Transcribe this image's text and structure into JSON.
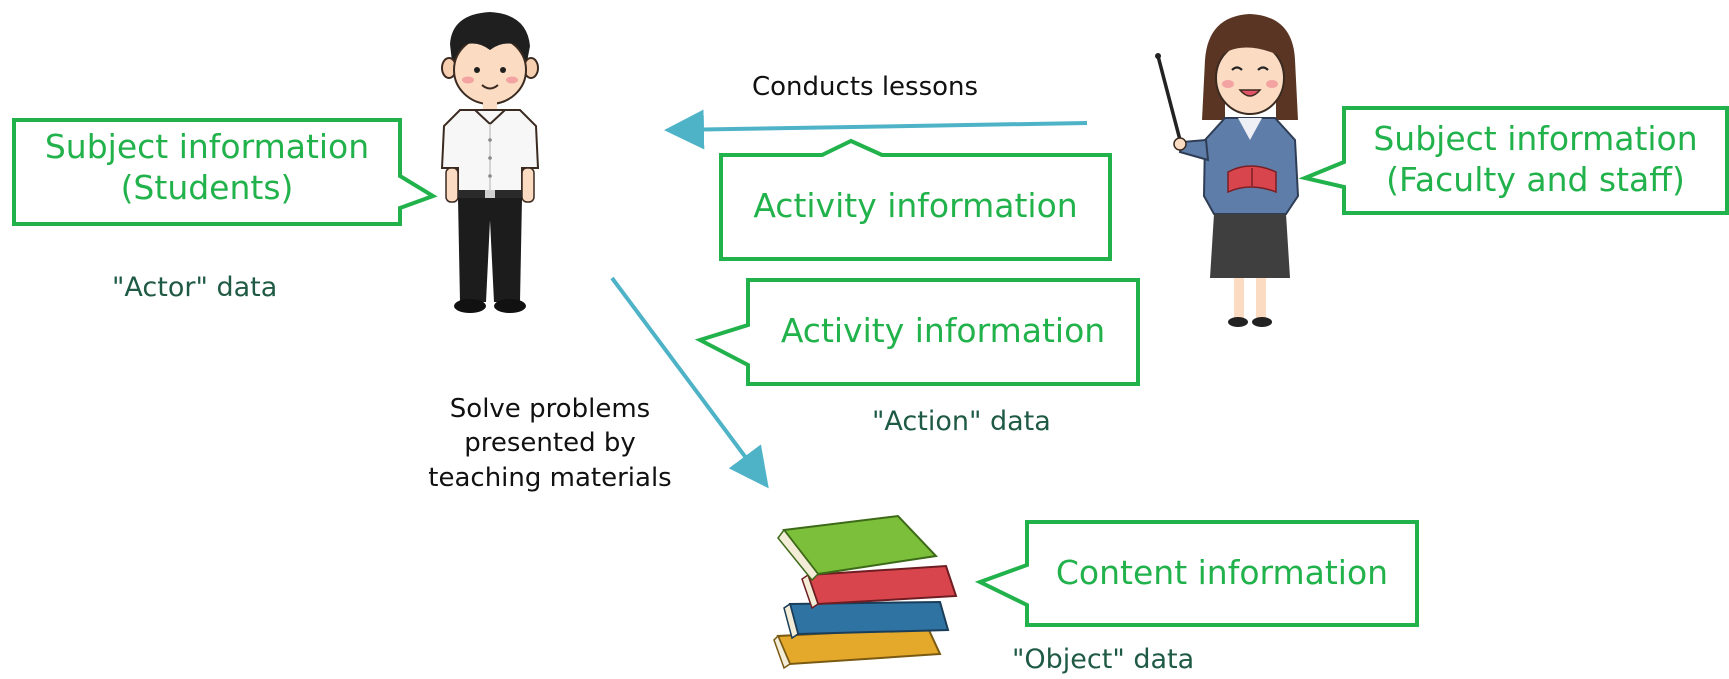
{
  "callouts": {
    "subject_students": [
      "Subject information",
      "(Students)"
    ],
    "subject_faculty": [
      "Subject information",
      "(Faculty and staff)"
    ],
    "activity_top": "Activity information",
    "activity_bottom": "Activity information",
    "content": "Content information"
  },
  "labels": {
    "actor_data": "\"Actor\" data",
    "action_data": "\"Action\" data",
    "object_data": "\"Object\" data",
    "conducts_lessons": "Conducts lessons",
    "solve_problems": [
      "Solve problems",
      "presented by",
      "teaching materials"
    ]
  },
  "colors": {
    "callout_border": "#22b24c",
    "callout_text": "#22b24c",
    "arrow": "#4fb3c8",
    "data_label": "#1f5a44"
  },
  "figures": {
    "student": "student-illustration",
    "teacher": "teacher-illustration",
    "books": "book-stack-illustration"
  }
}
